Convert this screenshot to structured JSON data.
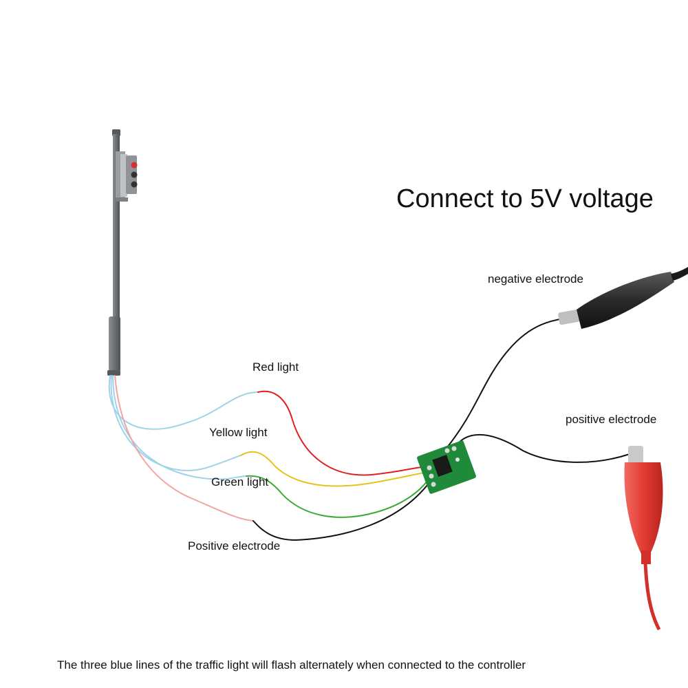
{
  "title": "Connect to 5V voltage",
  "labels": {
    "negative_electrode": "negative electrode",
    "positive_electrode_clip": "positive electrode",
    "red_light": "Red light",
    "yellow_light": "Yellow light",
    "green_light": "Green light",
    "positive_electrode_wire": "Positive electrode"
  },
  "caption": "The three blue lines of the traffic light will flash alternately when connected to the controller",
  "colors": {
    "red_wire": "#e02020",
    "yellow_wire": "#e6c21a",
    "green_wire": "#3aaa35",
    "black_wire": "#111111",
    "blue_wire": "#9fd3ea",
    "pink_wire": "#f4a3a3",
    "pcb": "#1f8a3a",
    "pole": "#6b6f74",
    "red_clip": "#e23b32",
    "black_clip": "#2a2a2a"
  },
  "icons": {
    "traffic_light": "traffic-light-icon",
    "controller": "controller-board-icon",
    "negative_clip": "black-alligator-clip-icon",
    "positive_clip": "red-alligator-clip-icon"
  }
}
